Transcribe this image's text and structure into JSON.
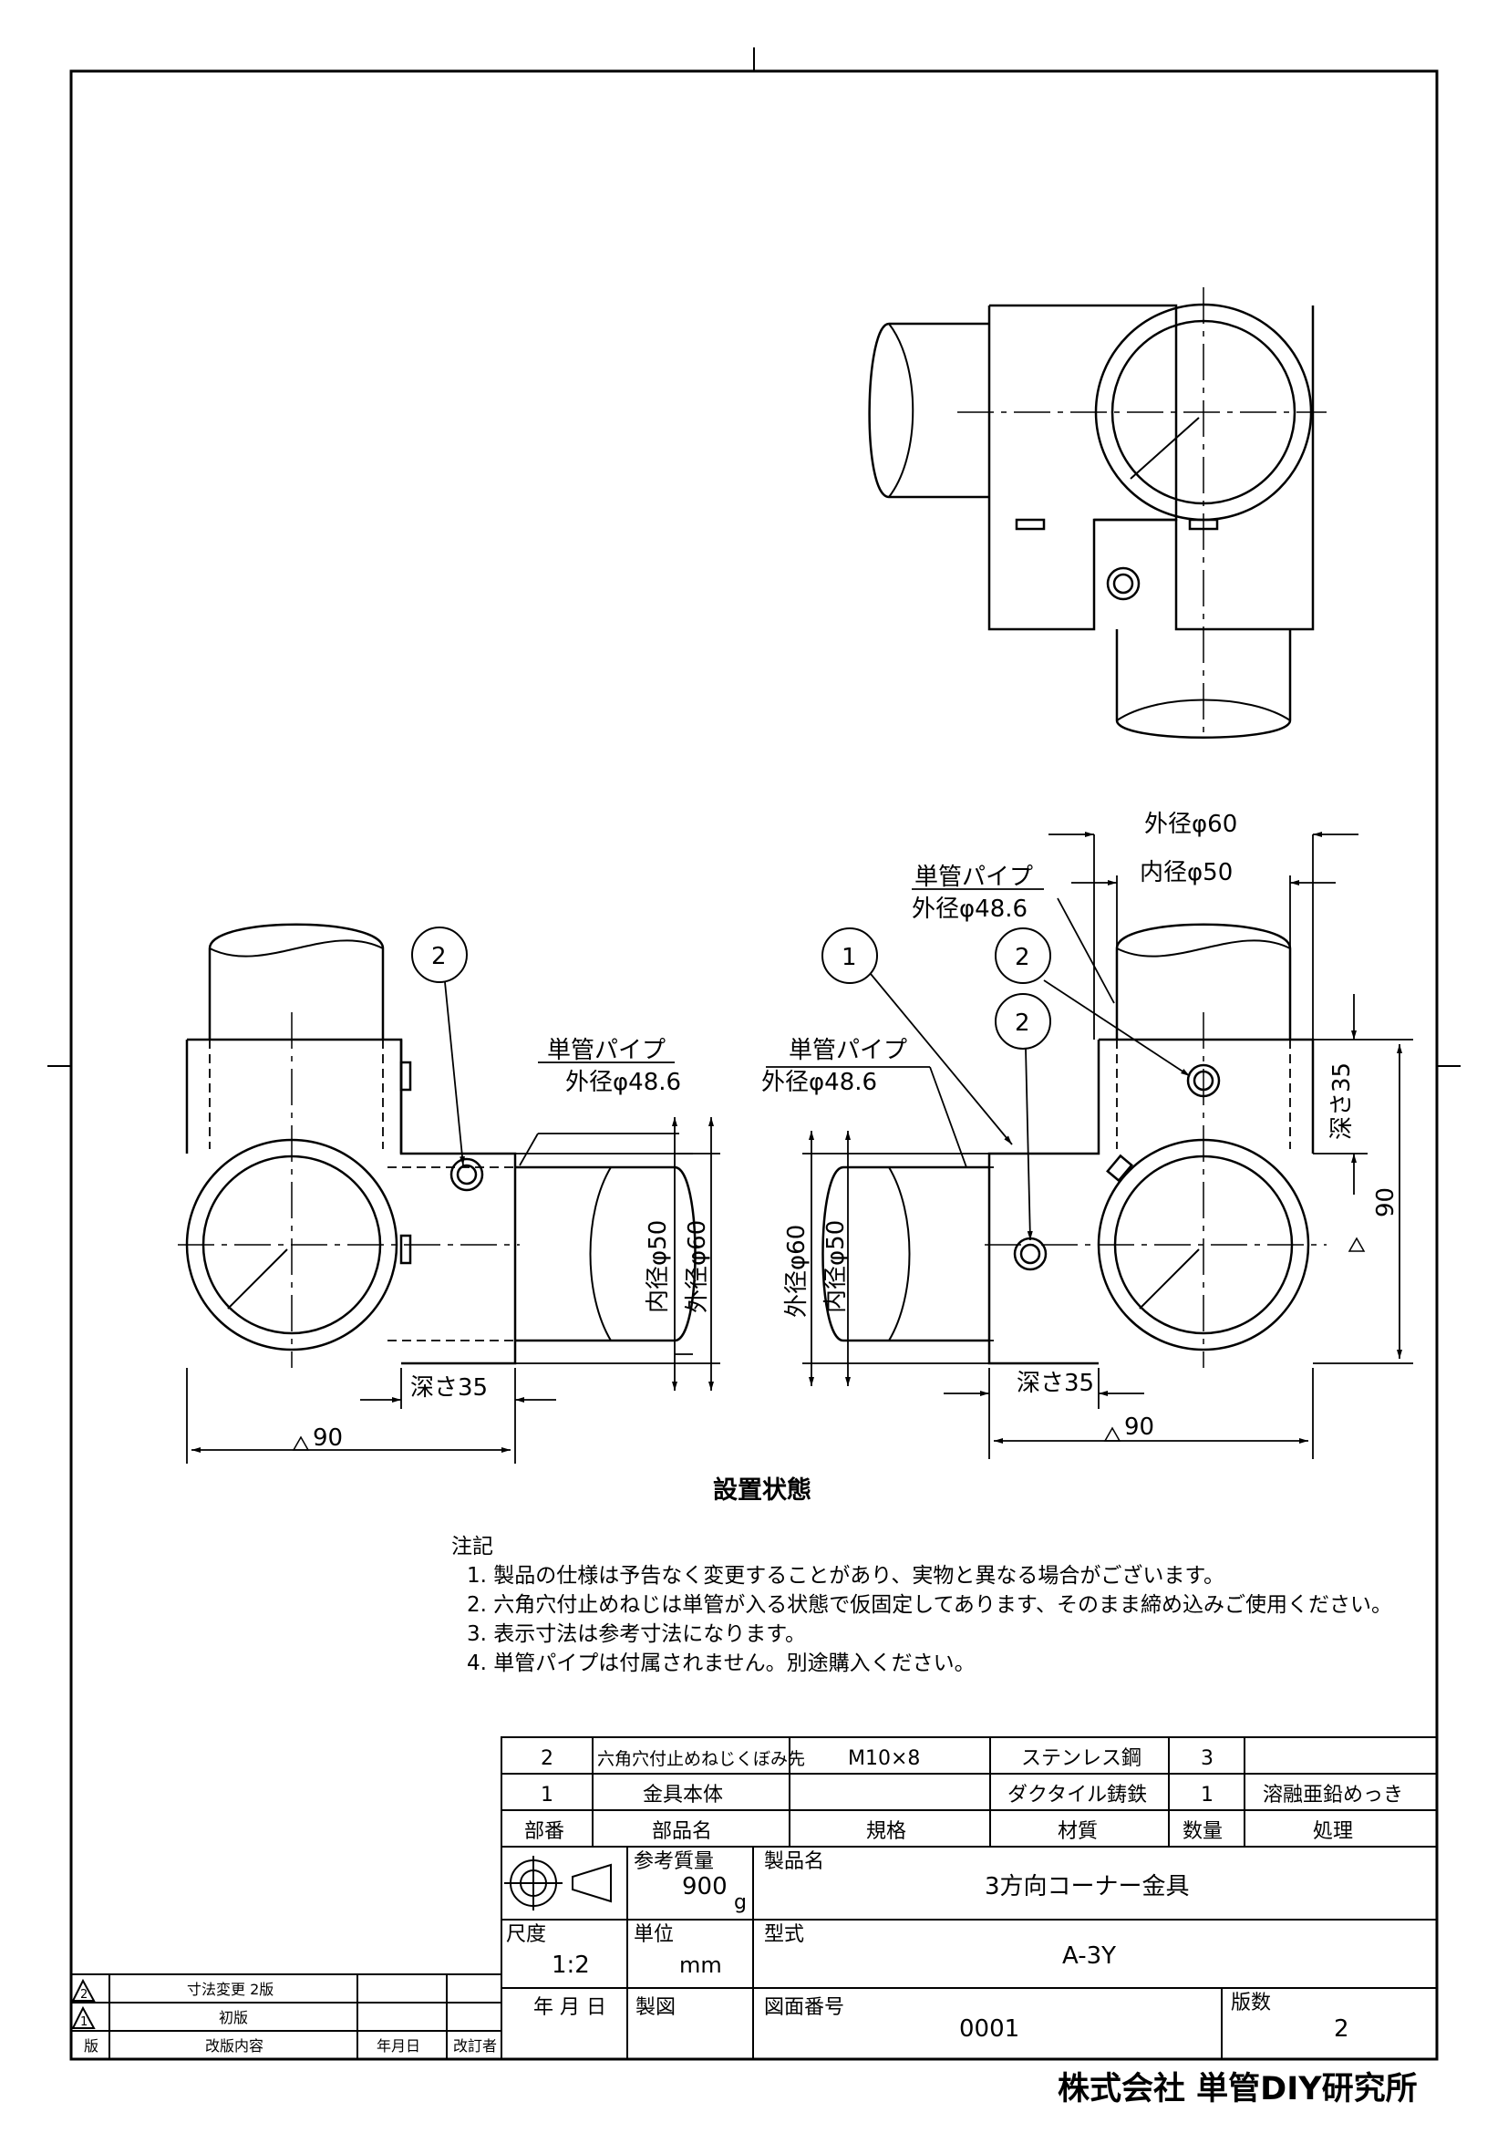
{
  "drawing": {
    "caption": "設置状態",
    "labels": {
      "pipe_name": "単管パイプ",
      "pipe_od": "外径φ48.6",
      "outer_dia": "外径φ60",
      "inner_dia": "内径φ50",
      "depth": "深さ35",
      "width_90": "90",
      "revision_mark": "2",
      "balloon_1": "1",
      "balloon_2": "2"
    }
  },
  "notes": {
    "heading": "注記",
    "items": [
      "1. 製品の仕様は予告なく変更することがあり、実物と異なる場合がございます。",
      "2. 六角穴付止めねじは単管が入る状態で仮固定してあります、そのまま締め込みご使用ください。",
      "3. 表示寸法は参考寸法になります。",
      "4. 単管パイプは付属されません。別途購入ください。"
    ]
  },
  "parts_list": {
    "headers": [
      "部番",
      "部品名",
      "規格",
      "材質",
      "数量",
      "処理"
    ],
    "rows": [
      [
        "2",
        "六角穴付止めねじくぼみ先",
        "M10×8",
        "ステンレス鋼",
        "3",
        ""
      ],
      [
        "1",
        "金具本体",
        "",
        "ダクタイル鋳鉄",
        "1",
        "溶融亜鉛めっき"
      ]
    ]
  },
  "title_block": {
    "mass_label": "参考質量",
    "mass_value": "900",
    "mass_unit": "g",
    "product_name_label": "製品名",
    "product_name": "3方向コーナー金具",
    "scale_label": "尺度",
    "scale_value": "1:2",
    "unit_label": "単位",
    "unit_value": "mm",
    "model_label": "型式",
    "model_value": "A-3Y",
    "date_label": "年 月 日",
    "drawn_label": "製図",
    "drawing_no_label": "図面番号",
    "drawing_no": "0001",
    "edition_label": "版数",
    "edition": "2"
  },
  "revision_table": {
    "rows": [
      {
        "mark": "2",
        "content": "寸法変更 2版"
      },
      {
        "mark": "1",
        "content": "初版"
      }
    ],
    "headers": {
      "edition": "版",
      "content": "改版内容",
      "date": "年月日",
      "reviser": "改訂者"
    }
  },
  "company": "株式会社 単管DIY研究所"
}
